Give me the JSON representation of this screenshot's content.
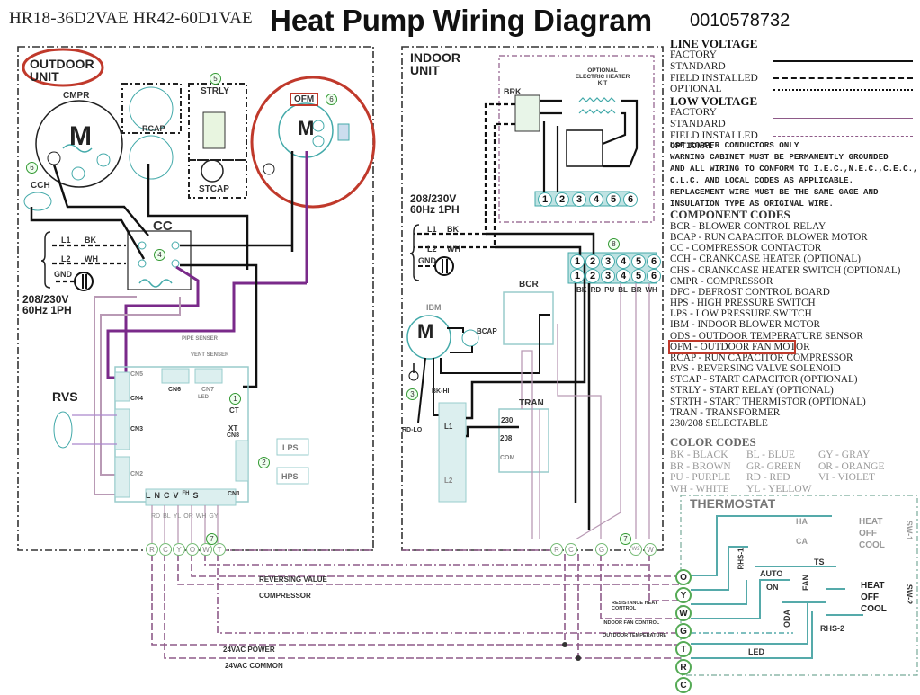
{
  "header": {
    "models": "HR18-36D2VAE HR42-60D1VAE",
    "title": "Heat Pump Wiring Diagram",
    "code": "0010578732"
  },
  "legend": {
    "line_voltage_heading": "LINE VOLTAGE",
    "low_voltage_heading": "LOW VOLTAGE",
    "line_items": [
      "FACTORY STANDARD",
      "FIELD INSTALLED",
      "OPTIONAL"
    ],
    "low_items": [
      "FACTORY STANDARD",
      "FIELD INSTALLED",
      "OPTIONAL"
    ],
    "line_color": "#111111",
    "low_color": "#8e5a88"
  },
  "notes": [
    "USE COPPER CONDUCTORS ONLY",
    "WARNING CABINET MUST BE PERMANENTLY GROUNDED",
    "AND ALL WIRING TO CONFORM TO I.E.C.,N.E.C.,C.E.C.,",
    "C.L.C. AND LOCAL CODES AS APPLICABLE.",
    "REPLACEMENT WIRE MUST BE THE SAME GAGE AND",
    "INSULATION TYPE AS ORIGINAL WIRE."
  ],
  "component_codes": {
    "heading": "COMPONENT CODES",
    "items": [
      "BCR - BLOWER CONTROL RELAY",
      "BCAP - RUN CAPACITOR BLOWER MOTOR",
      "CC - COMPRESSOR CONTACTOR",
      "CCH - CRANKCASE HEATER (OPTIONAL)",
      "CHS - CRANKCASE HEATER SWITCH (OPTIONAL)",
      "CMPR - COMPRESSOR",
      "DFC - DEFROST CONTROL BOARD",
      "HPS - HIGH PRESSURE SWITCH",
      "LPS - LOW PRESSURE SWITCH",
      "IBM - INDOOR BLOWER MOTOR",
      "ODS - OUTDOOR TEMPERATURE SENSOR",
      "OFM - OUTDOOR FAN MOTOR",
      "RCAP - RUN CAPACITOR COMPRESSOR",
      "RVS - REVERSING VALVE SOLENOID",
      "STCAP - START CAPACITOR (OPTIONAL)",
      "STRLY - START RELAY (OPTIONAL)",
      "STRTH - START THERMISTOR (OPTIONAL)",
      "TRAN - TRANSFORMER",
      "230/208 SELECTABLE"
    ],
    "highlighted_index": 11
  },
  "color_codes": {
    "heading": "COLOR CODES",
    "items": [
      "BK - BLACK",
      "BL - BLUE",
      "GY - GRAY",
      "BR - BROWN",
      "GR- GREEN",
      "OR - ORANGE",
      "PU - PURPLE",
      "RD - RED",
      "VI - VIOLET",
      "WH - WHITE",
      "YL - YELLOW",
      ""
    ]
  },
  "outdoor": {
    "title_line1": "OUTDOOR",
    "title_line2": "UNIT",
    "cmpr": "CMPR",
    "motor": "M",
    "rcap": "RCAP",
    "strly": "STRLY",
    "stcap": "STCAP",
    "ofm": "OFM",
    "cch": "CCH",
    "cc": "CC",
    "l1": "L1",
    "l2": "L2",
    "gnd": "GND",
    "bk": "BK",
    "wh": "WH",
    "supply_1": "208/230V",
    "supply_2": "60Hz 1PH",
    "rvs": "RVS",
    "pipe_sensor": "PIPE SENSER",
    "vent_sensor": "VENT SENSER",
    "cn_labels": [
      "CN5",
      "CN4",
      "CN3",
      "CN2",
      "CN6",
      "CN7",
      "CN8",
      "CN1"
    ],
    "ct": "CT",
    "xt": "XT",
    "led": "LED",
    "lps": "LPS",
    "hps": "HPS",
    "cn1_pins": [
      "L",
      "N",
      "C",
      "V",
      "FH",
      "S"
    ],
    "cn1_wires": [
      "RD",
      "BL",
      "YL",
      "OR",
      "WH",
      "GY"
    ],
    "terminals": [
      "R",
      "C",
      "Y",
      "O",
      "W",
      "T"
    ],
    "badges": [
      "1",
      "2",
      "4",
      "5",
      "6",
      "6",
      "7"
    ]
  },
  "indoor": {
    "title_line1": "INDOOR",
    "title_line2": "UNIT",
    "heater_kit_1": "OPTIONAL",
    "heater_kit_2": "ELECTRIC HEATER KIT",
    "brk": "BRK",
    "supply_1": "208/230V",
    "supply_2": "60Hz 1PH",
    "l1": "L1",
    "l2": "L2",
    "gnd": "GND",
    "bk": "BK",
    "wh": "WH",
    "terminal_numbers": [
      "1",
      "2",
      "3",
      "4",
      "5",
      "6"
    ],
    "terminal_wires": [
      "BK",
      "RD",
      "PU",
      "BL",
      "BR",
      "WH"
    ],
    "bcr": "BCR",
    "ibm": "IBM",
    "bcap": "BCAP",
    "tran": "TRAN",
    "tran_taps": [
      "230",
      "208",
      "COM"
    ],
    "rd_lo": "RD-LO",
    "bk_hi": "BK-HI",
    "terminals": [
      "R",
      "C",
      "G",
      "W2",
      "W"
    ],
    "badges": [
      "3",
      "7",
      "8"
    ]
  },
  "field_wiring": {
    "labels": [
      "REVERSING VALUE",
      "COMPRESSOR",
      "RESISTANCE HEAT CONTROL",
      "INDOOR FAN CONTROL",
      "OUTDOOR TEMPERATURE",
      "24VAC POWER",
      "24VAC COMMON"
    ]
  },
  "thermostat": {
    "title": "THERMOSTAT",
    "terminals": [
      "O",
      "Y",
      "W",
      "G",
      "T",
      "R",
      "C"
    ],
    "sw1_positions": [
      "HEAT",
      "OFF",
      "COOL"
    ],
    "sw2_positions": [
      "HEAT",
      "OFF",
      "COOL"
    ],
    "sw1": "SW-1",
    "sw2": "SW-2",
    "ha": "HA",
    "ca": "CA",
    "ts": "TS",
    "auto": "AUTO",
    "on": "ON",
    "fan": "FAN",
    "oda": "ODA",
    "rhs1": "RHS-1",
    "rhs2": "RHS-2",
    "led": "LED"
  }
}
